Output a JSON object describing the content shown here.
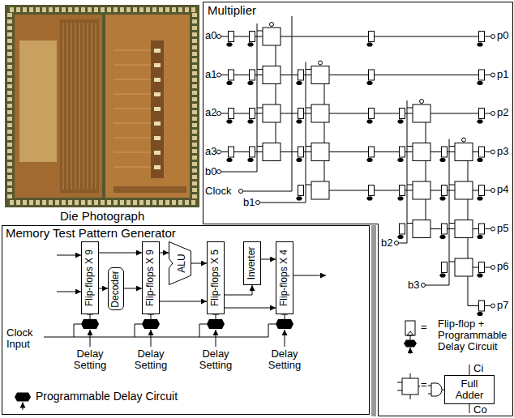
{
  "diagram": {
    "nodes": [
      {
        "text": [
          "Multiplier"
        ]
      },
      {
        "text": [
          "Memory Test Pattern Generator"
        ]
      },
      {
        "text": [
          "Flip-flops X 9"
        ],
        "in": 1
      },
      {
        "text": [
          "Decoder"
        ],
        "in": 1
      },
      {
        "text": [
          "Flip-flops X 9"
        ],
        "in": 1
      },
      {
        "text": [
          "ALU"
        ],
        "in": 1
      },
      {
        "text": [
          "Flip-flops X 5"
        ],
        "in": 1
      },
      {
        "text": [
          "Inverter"
        ],
        "in": 1
      },
      {
        "text": [
          "Flip-flops X 4"
        ],
        "in": 1
      },
      {
        "text": [
          "Full Adder"
        ],
        "in": 0
      }
    ],
    "edges": [
      {
        "from": 2,
        "to": 4,
        "arrow": "to"
      },
      {
        "from": 2,
        "to": 3,
        "arrow": "to"
      },
      {
        "from": 3,
        "to": 4,
        "arrow": "to"
      },
      {
        "from": 4,
        "to": 5,
        "arrow": "to"
      },
      {
        "from": 5,
        "to": 6,
        "arrow": "to"
      },
      {
        "from": 4,
        "to": 6,
        "arrow": "to"
      },
      {
        "from": 6,
        "to": 7,
        "arrow": "to"
      },
      {
        "from": 7,
        "to": 8,
        "arrow": "to"
      },
      {
        "from": 6,
        "to": 8,
        "arrow": "to"
      }
    ],
    "labels": [
      "Die Photograph",
      "a0",
      "a1",
      "a2",
      "a3",
      "b0",
      "Clock",
      "b1",
      "b2",
      "b3",
      "p0",
      "p1",
      "p2",
      "p3",
      "p4",
      "p5",
      "p6",
      "p7",
      "Clock Input",
      "Delay Setting",
      "Delay Setting",
      "Delay Setting",
      "Delay Setting",
      "=",
      "=",
      "Ci",
      "Co"
    ],
    "legend": [
      {
        "text": "Flip-flop + Programmable Delay Circuit"
      },
      {
        "text": "Programmable Delay Circuit"
      }
    ]
  }
}
